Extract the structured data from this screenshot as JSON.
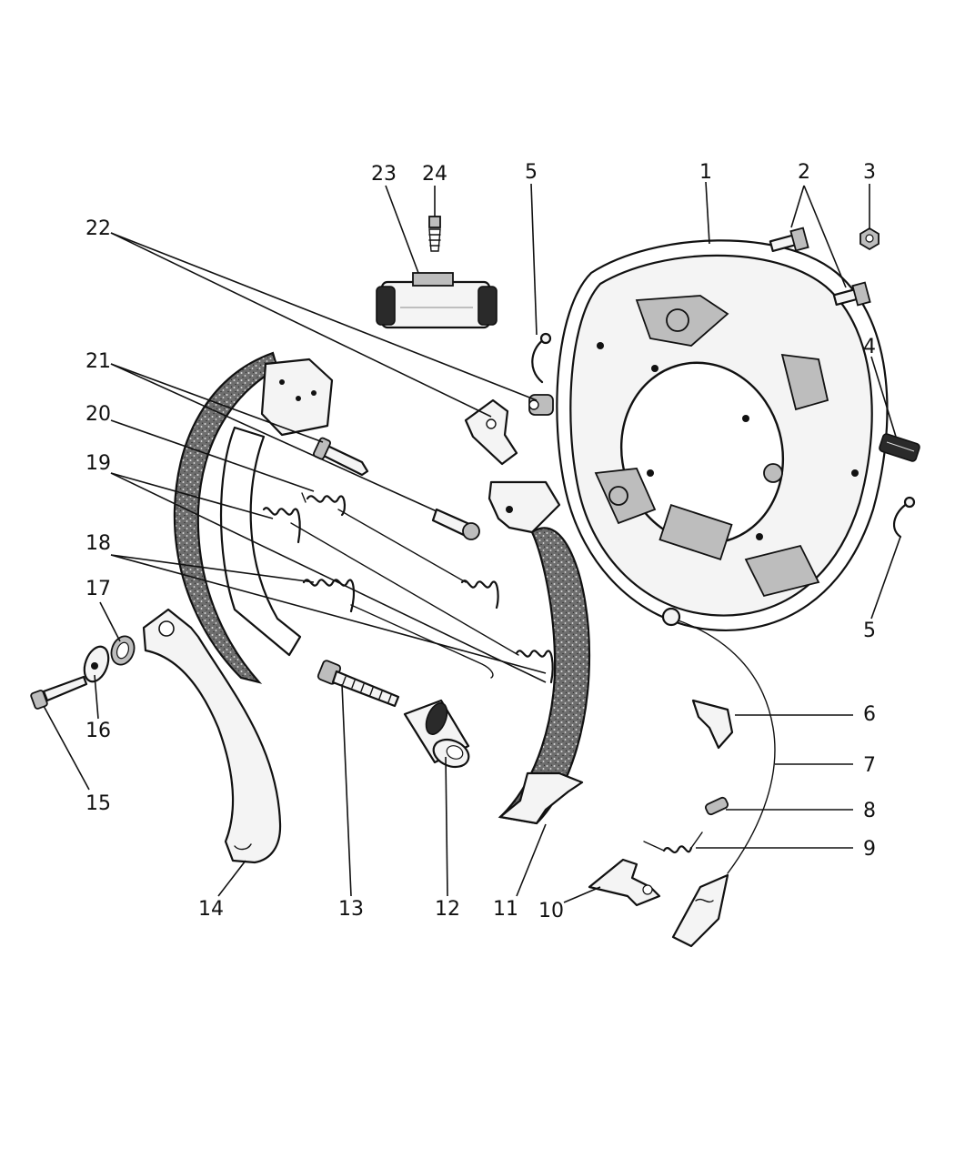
{
  "diagram": {
    "callouts": [
      {
        "id": "c1",
        "text": "1"
      },
      {
        "id": "c2",
        "text": "2"
      },
      {
        "id": "c3",
        "text": "3"
      },
      {
        "id": "c4",
        "text": "4"
      },
      {
        "id": "c5a",
        "text": "5"
      },
      {
        "id": "c5b",
        "text": "5"
      },
      {
        "id": "c6",
        "text": "6"
      },
      {
        "id": "c7",
        "text": "7"
      },
      {
        "id": "c8",
        "text": "8"
      },
      {
        "id": "c9",
        "text": "9"
      },
      {
        "id": "c10",
        "text": "10"
      },
      {
        "id": "c11",
        "text": "11"
      },
      {
        "id": "c12",
        "text": "12"
      },
      {
        "id": "c13",
        "text": "13"
      },
      {
        "id": "c14",
        "text": "14"
      },
      {
        "id": "c15",
        "text": "15"
      },
      {
        "id": "c16",
        "text": "16"
      },
      {
        "id": "c17",
        "text": "17"
      },
      {
        "id": "c18",
        "text": "18"
      },
      {
        "id": "c19",
        "text": "19"
      },
      {
        "id": "c20",
        "text": "20"
      },
      {
        "id": "c21",
        "text": "21"
      },
      {
        "id": "c22",
        "text": "22"
      },
      {
        "id": "c23",
        "text": "23"
      },
      {
        "id": "c24",
        "text": "24"
      }
    ]
  }
}
